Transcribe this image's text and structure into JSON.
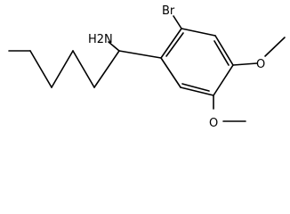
{
  "molecule": {
    "labels": {
      "amine": "H2N",
      "bromo": "Br",
      "methoxy_top": "O",
      "methoxy_bottom": "O"
    }
  }
}
